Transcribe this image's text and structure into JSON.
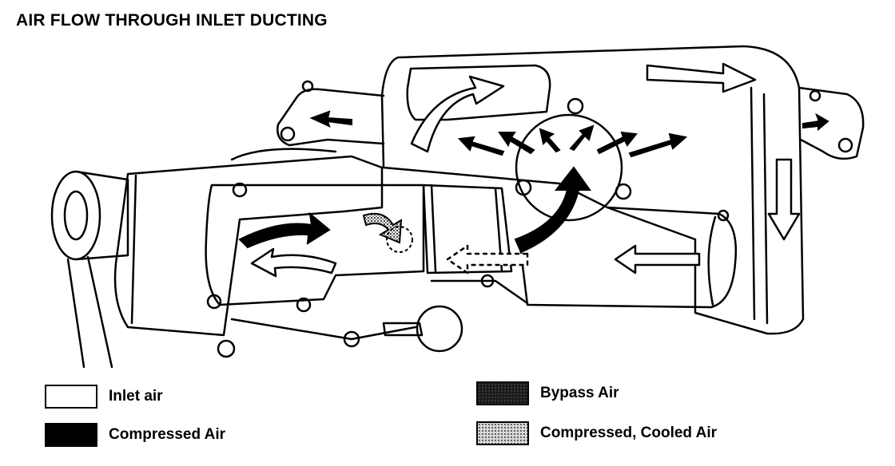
{
  "title": "AIR FLOW THROUGH INLET DUCTING",
  "legend": [
    {
      "label": "Inlet air",
      "fill": "#ffffff",
      "swatch": "white"
    },
    {
      "label": "Bypass Air",
      "fill": "#1a1a1a",
      "swatch": "dark"
    },
    {
      "label": "Compressed Air",
      "fill": "#000000",
      "swatch": "black"
    },
    {
      "label": "Compressed, Cooled Air",
      "fill": "#d0d0d0",
      "swatch": "stipple"
    }
  ]
}
